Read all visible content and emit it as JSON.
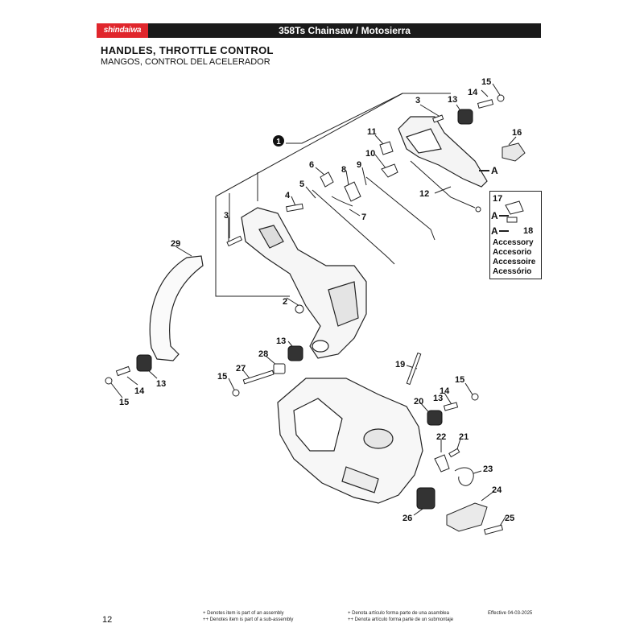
{
  "header": {
    "brand": "shindaiwa",
    "title": "358Ts Chainsaw / Motosierra"
  },
  "section": {
    "title": "HANDLES, THROTTLE CONTROL",
    "subtitle": "MANGOS, CONTROL DEL ACELERADOR"
  },
  "assembly_marker": "1",
  "parts": [
    {
      "num": "2"
    },
    {
      "num": "3"
    },
    {
      "num": "3"
    },
    {
      "num": "4"
    },
    {
      "num": "5"
    },
    {
      "num": "6"
    },
    {
      "num": "7"
    },
    {
      "num": "8"
    },
    {
      "num": "9"
    },
    {
      "num": "10"
    },
    {
      "num": "11"
    },
    {
      "num": "12"
    },
    {
      "num": "13"
    },
    {
      "num": "13"
    },
    {
      "num": "13"
    },
    {
      "num": "13"
    },
    {
      "num": "14"
    },
    {
      "num": "14"
    },
    {
      "num": "14"
    },
    {
      "num": "15"
    },
    {
      "num": "15"
    },
    {
      "num": "15"
    },
    {
      "num": "15"
    },
    {
      "num": "16"
    },
    {
      "num": "17"
    },
    {
      "num": "18"
    },
    {
      "num": "19"
    },
    {
      "num": "20"
    },
    {
      "num": "21"
    },
    {
      "num": "22"
    },
    {
      "num": "23"
    },
    {
      "num": "24"
    },
    {
      "num": "25"
    },
    {
      "num": "26"
    },
    {
      "num": "27"
    },
    {
      "num": "28"
    },
    {
      "num": "29"
    }
  ],
  "ref_markers": {
    "a1": "A",
    "a2": "A",
    "a3": "A"
  },
  "accessory": {
    "lines": [
      "Accessory",
      "Accesorio",
      "Accessoire",
      "Acessório"
    ]
  },
  "footer": {
    "page": "12",
    "en_1": "+ Denotes item is part of an assembly",
    "en_2": "++ Denotes item is part of a sub-assembly",
    "es_1": "+ Denota artículo forma parte de una asamblea",
    "es_2": "++ Denota artículo forma parte de un submontaje",
    "effective": "Effective 04-03-2025"
  },
  "colors": {
    "header_bg": "#1a1a1a",
    "brand_red": "#e0262c"
  }
}
